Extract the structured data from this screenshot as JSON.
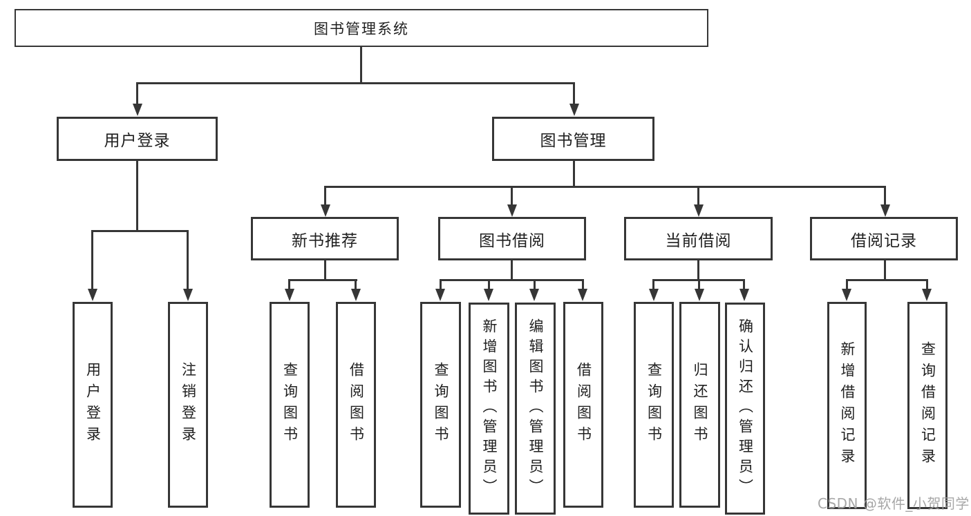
{
  "tree": {
    "root": {
      "label": "图书管理系统"
    },
    "branches": [
      {
        "label": "用户登录",
        "children": [
          {
            "label": "用户登录"
          },
          {
            "label": "注销登录"
          }
        ]
      },
      {
        "label": "图书管理",
        "sections": [
          {
            "label": "新书推荐",
            "children": [
              {
                "label": "查询图书"
              },
              {
                "label": "借阅图书"
              }
            ]
          },
          {
            "label": "图书借阅",
            "children": [
              {
                "label": "查询图书"
              },
              {
                "label": "新增图书（管理员）"
              },
              {
                "label": "编辑图书（管理员）"
              },
              {
                "label": "借阅图书"
              }
            ]
          },
          {
            "label": "当前借阅",
            "children": [
              {
                "label": "查询图书"
              },
              {
                "label": "归还图书"
              },
              {
                "label": "确认归还（管理员）"
              }
            ]
          },
          {
            "label": "借阅记录",
            "children": [
              {
                "label": "新增借阅记录"
              },
              {
                "label": "查询借阅记录"
              }
            ]
          }
        ]
      }
    ]
  },
  "watermark": {
    "text": "CSDN @软件_小贺同学"
  },
  "colors": {
    "line": "#363636",
    "text": "#1f1f1f",
    "watermark": "#a0a0a0",
    "background": "#ffffff"
  }
}
